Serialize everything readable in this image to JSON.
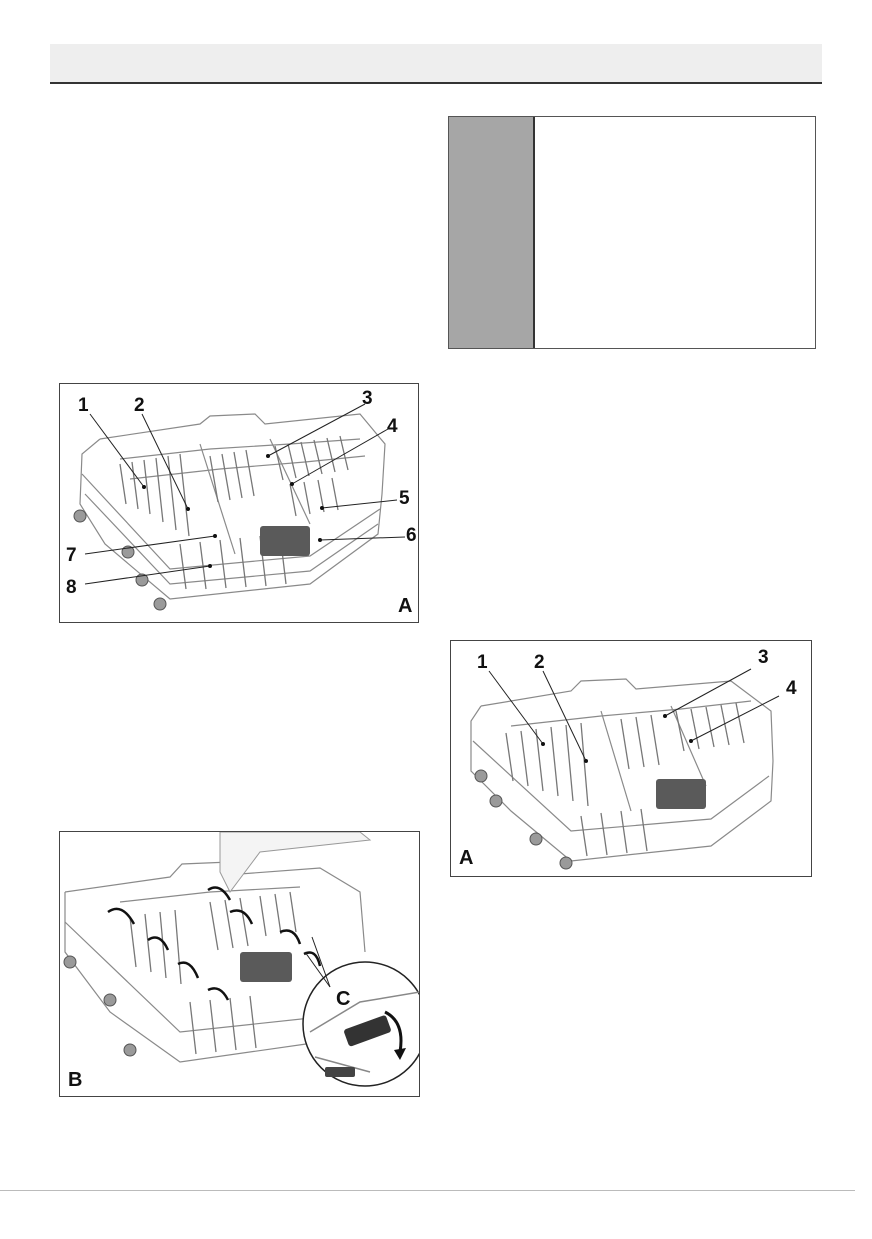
{
  "figures": {
    "a1": {
      "letter": "A",
      "callouts": [
        "1",
        "2",
        "3",
        "4",
        "5",
        "6",
        "7",
        "8"
      ]
    },
    "b": {
      "letter": "B",
      "detail": "C"
    },
    "a2": {
      "letter": "A",
      "callouts": [
        "1",
        "2",
        "3",
        "4"
      ]
    }
  }
}
